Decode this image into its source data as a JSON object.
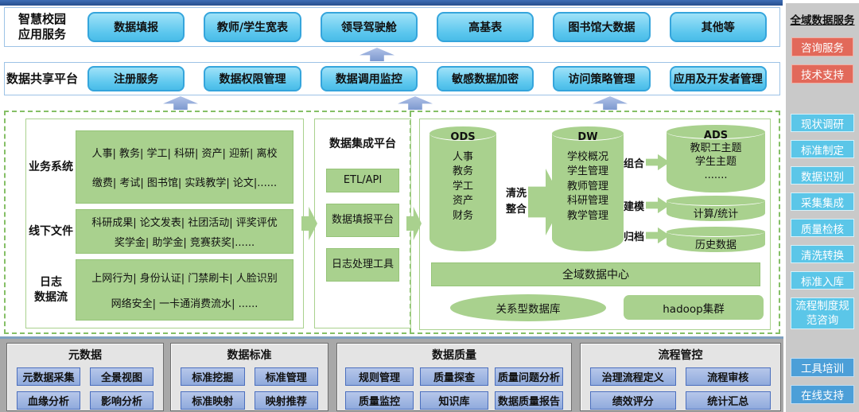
{
  "colors": {
    "top_bar": "#2E5C9E",
    "service_pill_fill": "#5CC7EE",
    "service_pill_border": "#35A5DC",
    "band_border": "#9DC3E6",
    "green_block": "#A9D18E",
    "green_dashed_border": "#85BF66",
    "blue_arrow": "#8FAADC",
    "governance_box_fill": "#8FAADC",
    "governance_box_border": "#4472C4",
    "sidebar_bg": "#C9C9C9",
    "sidebar_red": "#E2695A",
    "sidebar_sky": "#5BC6E8",
    "sidebar_blue": "#4C9FD8"
  },
  "app_row": {
    "label_line1": "智慧校园",
    "label_line2": "应用服务",
    "items": [
      "数据填报",
      "教师/学生宽表",
      "领导驾驶舱",
      "高基表",
      "图书馆大数据",
      "其他等"
    ]
  },
  "share_row": {
    "label": "数据共享平台",
    "items": [
      "注册服务",
      "数据权限管理",
      "数据调用监控",
      "敏感数据加密",
      "访问策略管理",
      "应用及开发者管理"
    ]
  },
  "sources": {
    "rows": [
      {
        "label1": "业务系统",
        "label2": "",
        "line1": "人事| 教务| 学工| 科研| 资产| 迎新| 离校",
        "line2": "缴费| 考试| 图书馆| 实践教学| 论文|......"
      },
      {
        "label1": "线下文件",
        "label2": "",
        "line1": "科研成果| 论文发表| 社团活动| 评奖评优",
        "line2": "奖学金| 助学金| 竞赛获奖|......"
      },
      {
        "label1": "日志",
        "label2": "数据流",
        "line1": "上网行为| 身份认证| 门禁刷卡| 人脸识别",
        "line2": "网络安全| 一卡通消费流水| ......"
      }
    ]
  },
  "integration": {
    "title": "数据集成平台",
    "items": [
      "ETL/API",
      "数据填报平台",
      "日志处理工具"
    ]
  },
  "warehouse": {
    "ods_title": "ODS",
    "ods_body": "人事\n教务\n学工\n资产\n财务",
    "etl_label": "清洗\n整合",
    "dw_title": "DW",
    "dw_body": "学校概况\n学生管理\n教师管理\n科研管理\n教学管理",
    "branch_labels": [
      "组合",
      "建模",
      "归档"
    ],
    "ads_title": "ADS",
    "ads_body": "教职工主题\n学生主题\n.......",
    "calc": "计算/统计",
    "hist": "历史数据",
    "center_bar": "全域数据中心",
    "rdb": "关系型数据库",
    "hadoop": "hadoop集群"
  },
  "panels": [
    {
      "title": "元数据",
      "items": [
        "元数据采集",
        "全景视图",
        "血缘分析",
        "影响分析"
      ]
    },
    {
      "title": "数据标准",
      "items": [
        "标准挖掘",
        "标准管理",
        "标准映射",
        "映射推荐"
      ]
    },
    {
      "title": "数据质量",
      "items": [
        "规则管理",
        "质量探查",
        "质量问题分析",
        "质量监控",
        "知识库",
        "数据质量报告"
      ]
    },
    {
      "title": "流程管控",
      "items": [
        "治理流程定义",
        "流程审核",
        "绩效评分",
        "统计汇总"
      ]
    }
  ],
  "sidebar": {
    "title": "全域数据服务",
    "consult_items": [
      "咨询服务",
      "技术支持"
    ],
    "process_items": [
      "现状调研",
      "标准制定",
      "数据识别",
      "采集集成",
      "质量检核",
      "清洗转换",
      "标准入库",
      "流程制度规范咨询"
    ],
    "support_items": [
      "工具培训",
      "在线支持"
    ]
  }
}
